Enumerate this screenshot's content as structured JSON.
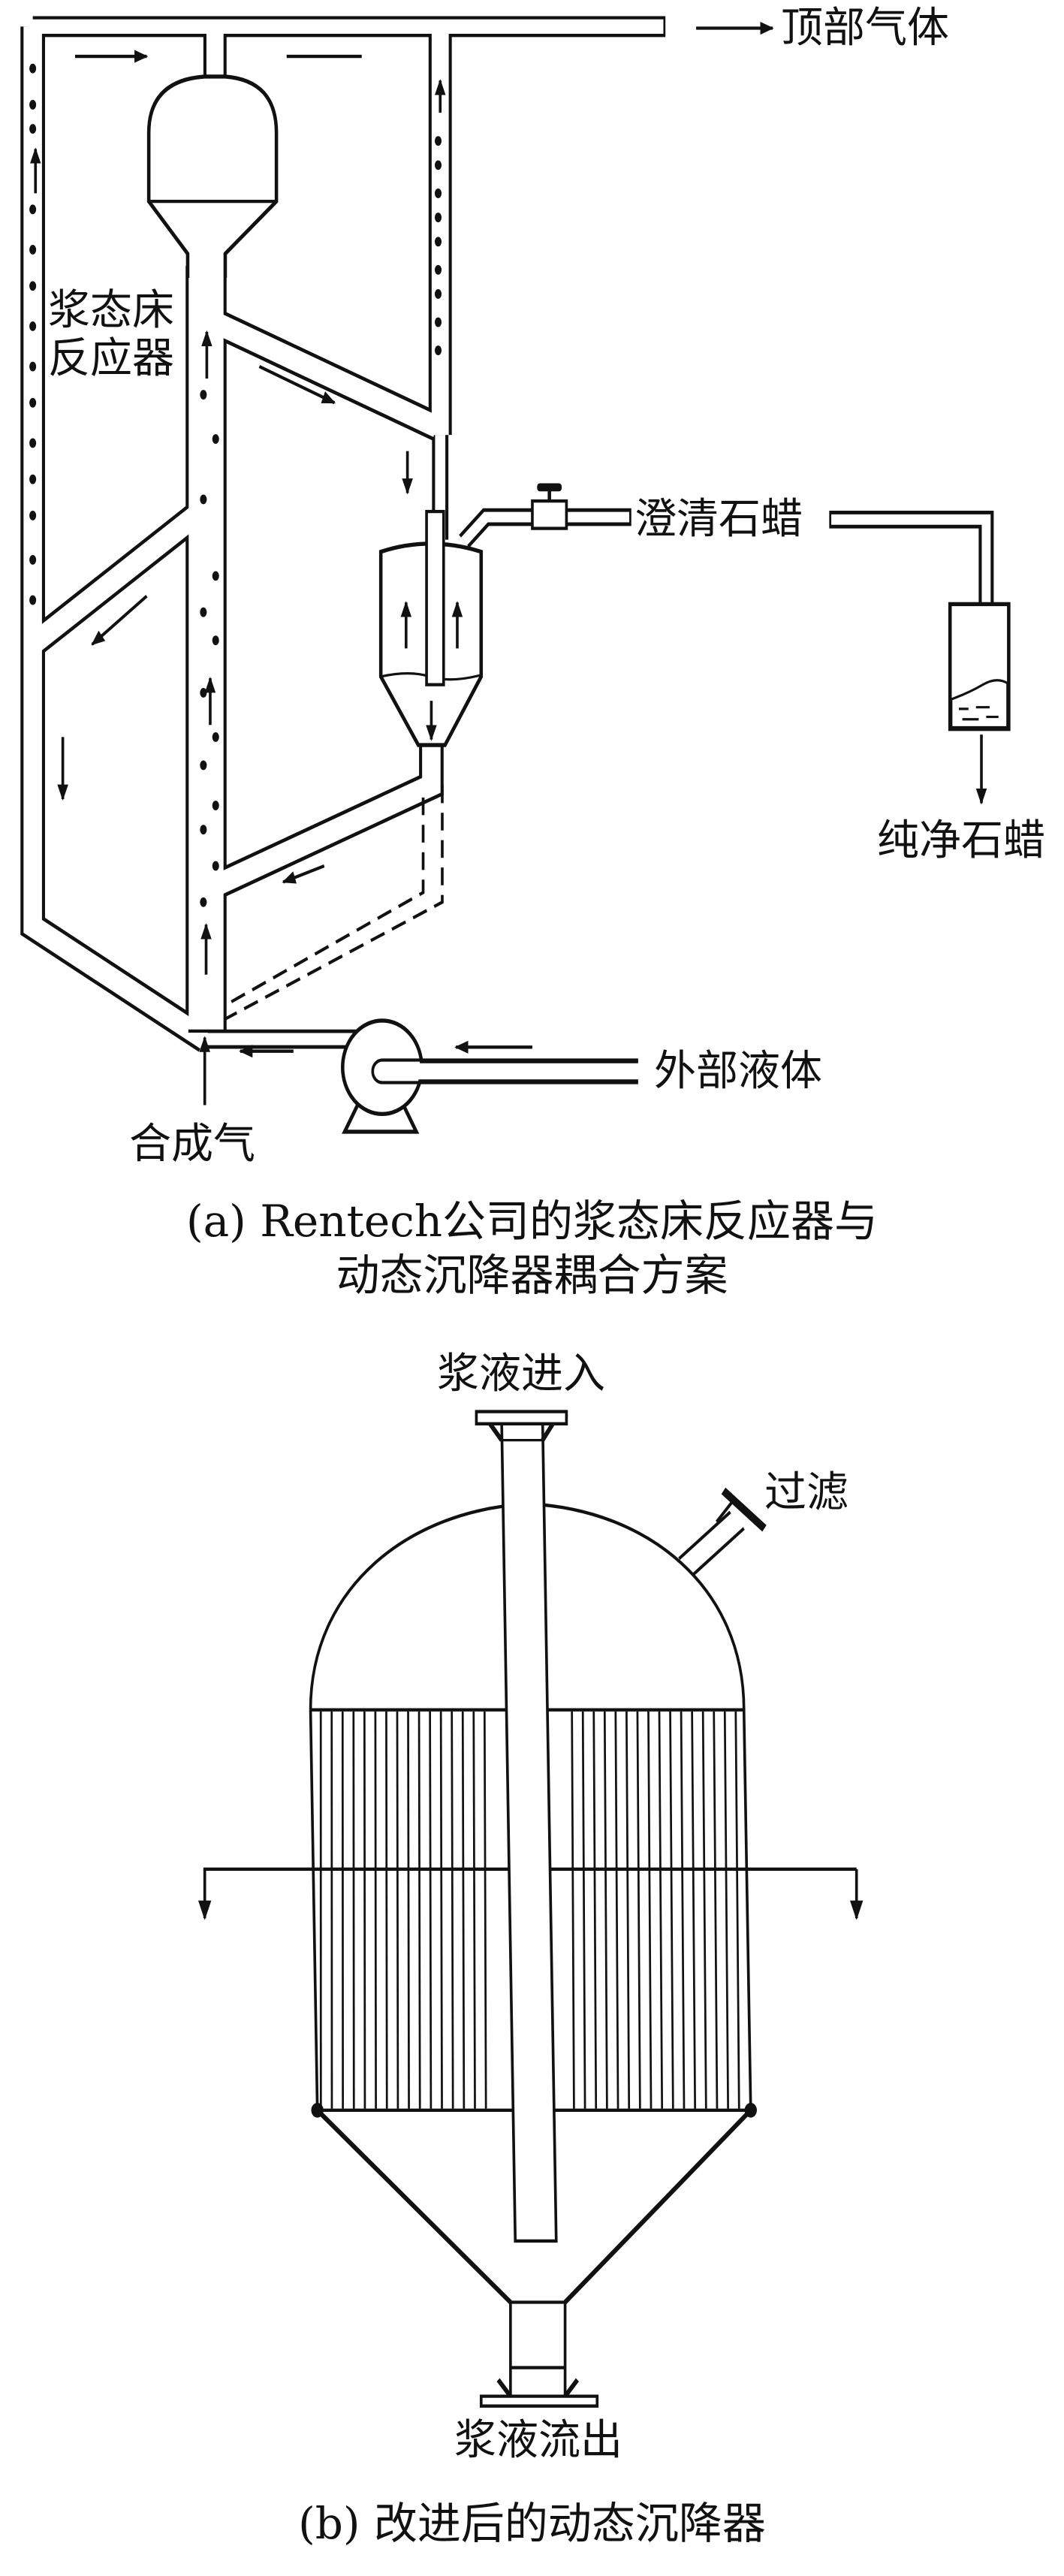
{
  "figure_a": {
    "labels": {
      "top_gas": "顶部气体",
      "reactor_line1": "浆态床",
      "reactor_line2": "反应器",
      "clarified_wax": "澄清石蜡",
      "pure_wax": "纯净石蜡",
      "external_liquid": "外部液体",
      "syngas": "合成气"
    },
    "caption_line1": "(a) Rentech公司的浆态床反应器与",
    "caption_line2": "动态沉降器耦合方案"
  },
  "figure_b": {
    "labels": {
      "slurry_in": "浆液进入",
      "filtration": "过滤",
      "slurry_out": "浆液流出"
    },
    "caption": "(b) 改进后的动态沉降器"
  }
}
